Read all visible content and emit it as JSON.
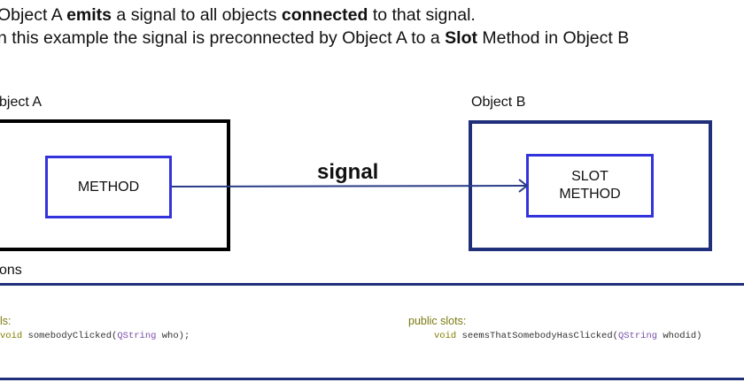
{
  "intro": {
    "line1": {
      "a": "Object A ",
      "b": "emits",
      "c": " a signal to all objects ",
      "d": "connected",
      "e": " to that signal."
    },
    "line2": {
      "a": "n this example the signal is preconnected by Object A to a ",
      "b": "Slot",
      "c": " Method in Object B"
    }
  },
  "diagram": {
    "object_a_label": "bject A",
    "object_b_label": "Object B",
    "method_label": "METHOD",
    "slot_line1": "SLOT",
    "slot_line2": "METHOD",
    "signal_label": "signal"
  },
  "section": {
    "title": "ons"
  },
  "code": {
    "left_header": "ls:",
    "left_kw": "void",
    "left_rest": " somebodyClicked(",
    "left_type": "QString",
    "left_end": " who);",
    "right_header": "public slots:",
    "right_kw": "void",
    "right_rest": " seemsThatSomebodyHasClicked(",
    "right_type": "QString",
    "right_end": " whodid)"
  },
  "colors": {
    "blue_border": "#3333dd",
    "navy_border": "#1f2f7a",
    "arrow": "#2a3c88",
    "black": "#000000"
  }
}
